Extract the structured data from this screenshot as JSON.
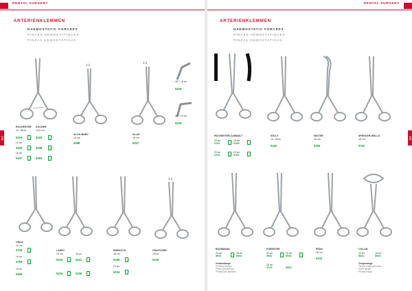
{
  "left_page": {
    "header": "DENTAL SURGERY",
    "section_title": "ARTERIENKLEMMEN",
    "sub_en": "HAEMOSTATIC FORCEPS",
    "sub_fr": "PINCES HÉMOSTATIQUES",
    "sub_es": "PINZAS HEMOSTÁTICAS",
    "page_number": "112",
    "markers": {
      "m1": "1:1",
      "m2": "1:1",
      "m3": "1:1"
    },
    "items": {
      "rochester": {
        "name": "ROCHESTER",
        "size": "14, 16cm",
        "code_a": "5219",
        "tag_a": "14 cm",
        "code_b": "4429",
        "tag_b": "16 cm",
        "code_c": "5447"
      },
      "kocher": {
        "name": "KOCHER",
        "size": "14,5 cm",
        "code_a": "5220",
        "code_b": "4448",
        "code_c": "5464"
      },
      "allis_baby": {
        "name": "ALLIS-BABY",
        "size": "14 cm",
        "code": "4598"
      },
      "allis": {
        "name": "ALLIS",
        "size": "15 cm",
        "code": "5227"
      },
      "side_a": {
        "size": "45° / 18 cm",
        "code": "5226"
      },
      "side_b": {
        "size": "90° / 15 cm",
        "code": "5228"
      },
      "crile": {
        "name": "CRILE",
        "size": "14 cm",
        "code_a": "4749",
        "tag_a": "14 cm",
        "code_b": "4759",
        "tag_b": "16 cm",
        "code_c": "5468"
      },
      "lahey": {
        "name": "LAHEY",
        "size": "15 cm",
        "code_a": "5233",
        "code_b": "5231",
        "tag_b": "16 cm",
        "code_c": "5234",
        "code_d": "5236"
      },
      "babcock": {
        "name": "BABCOCK",
        "size": "16 cm",
        "code_a": "6195",
        "tag_b": "22 cm",
        "code_b": "6194"
      },
      "crafoord": {
        "name": "CRAFOORD",
        "size": "19cm",
        "code": "6140"
      }
    }
  },
  "right_page": {
    "header": "DENTAL SURGERY",
    "section_title": "ARTERIENKLEMMEN",
    "sub_en": "HAEMOSTATIC FORCEPS",
    "sub_fr": "PINCES HÉMOSTATIQUES",
    "sub_es": "PINZAS HEMOSTÁTICAS",
    "page_number": "113",
    "items": {
      "rochester_carmalt": {
        "name": "ROCHESTER-CARMALT",
        "size_a": "16 cm",
        "code_a": "6151",
        "size_b": "16 cm",
        "code_b": "6155",
        "size_c": "20 cm",
        "code_c": "6152",
        "size_d": "20 cm",
        "code_d": "6154"
      },
      "kelly": {
        "name": "KELLY",
        "size": "14, 16cm",
        "code": "5430"
      },
      "mixter": {
        "name": "MIXTER",
        "size": "18 cm",
        "code": "5305"
      },
      "spencer_wells": {
        "name": "SPENCER-WELLS",
        "size": "18 cm",
        "code": "5752"
      },
      "bozemann": {
        "name": "BOZEMANN",
        "size_a": "24 cm",
        "code_a": "5943",
        "size_b": "26 cm",
        "code_b": "5944",
        "desc_de": "Verbandzange",
        "desc_en": "Dressing forceps",
        "desc_fr": "Pince à pansement",
        "desc_es": "Pinzas para apósitos"
      },
      "foerster": {
        "name": "FOERSTER",
        "size_a": "20 cm",
        "code_a": "5942",
        "size_b": "25 cm",
        "code_b": "5946",
        "size_c": "25 cm",
        "code_c": "5743",
        "code_d": "5900"
      },
      "pean": {
        "name": "PÉAN",
        "size": "16 cm",
        "code": "5243"
      },
      "collin": {
        "name": "COLLIN",
        "size_a": "16 cm",
        "code_a": "5844",
        "size_b": "18 cm",
        "code_b": "5845",
        "desc_de": "Zungenzange",
        "desc_en": "Tongue holding forceps",
        "desc_fr": "Pince langue",
        "desc_es": "Pinzas lengua"
      }
    }
  },
  "colors": {
    "accent": "#c8102e",
    "code_green": "#0a9a2e"
  }
}
